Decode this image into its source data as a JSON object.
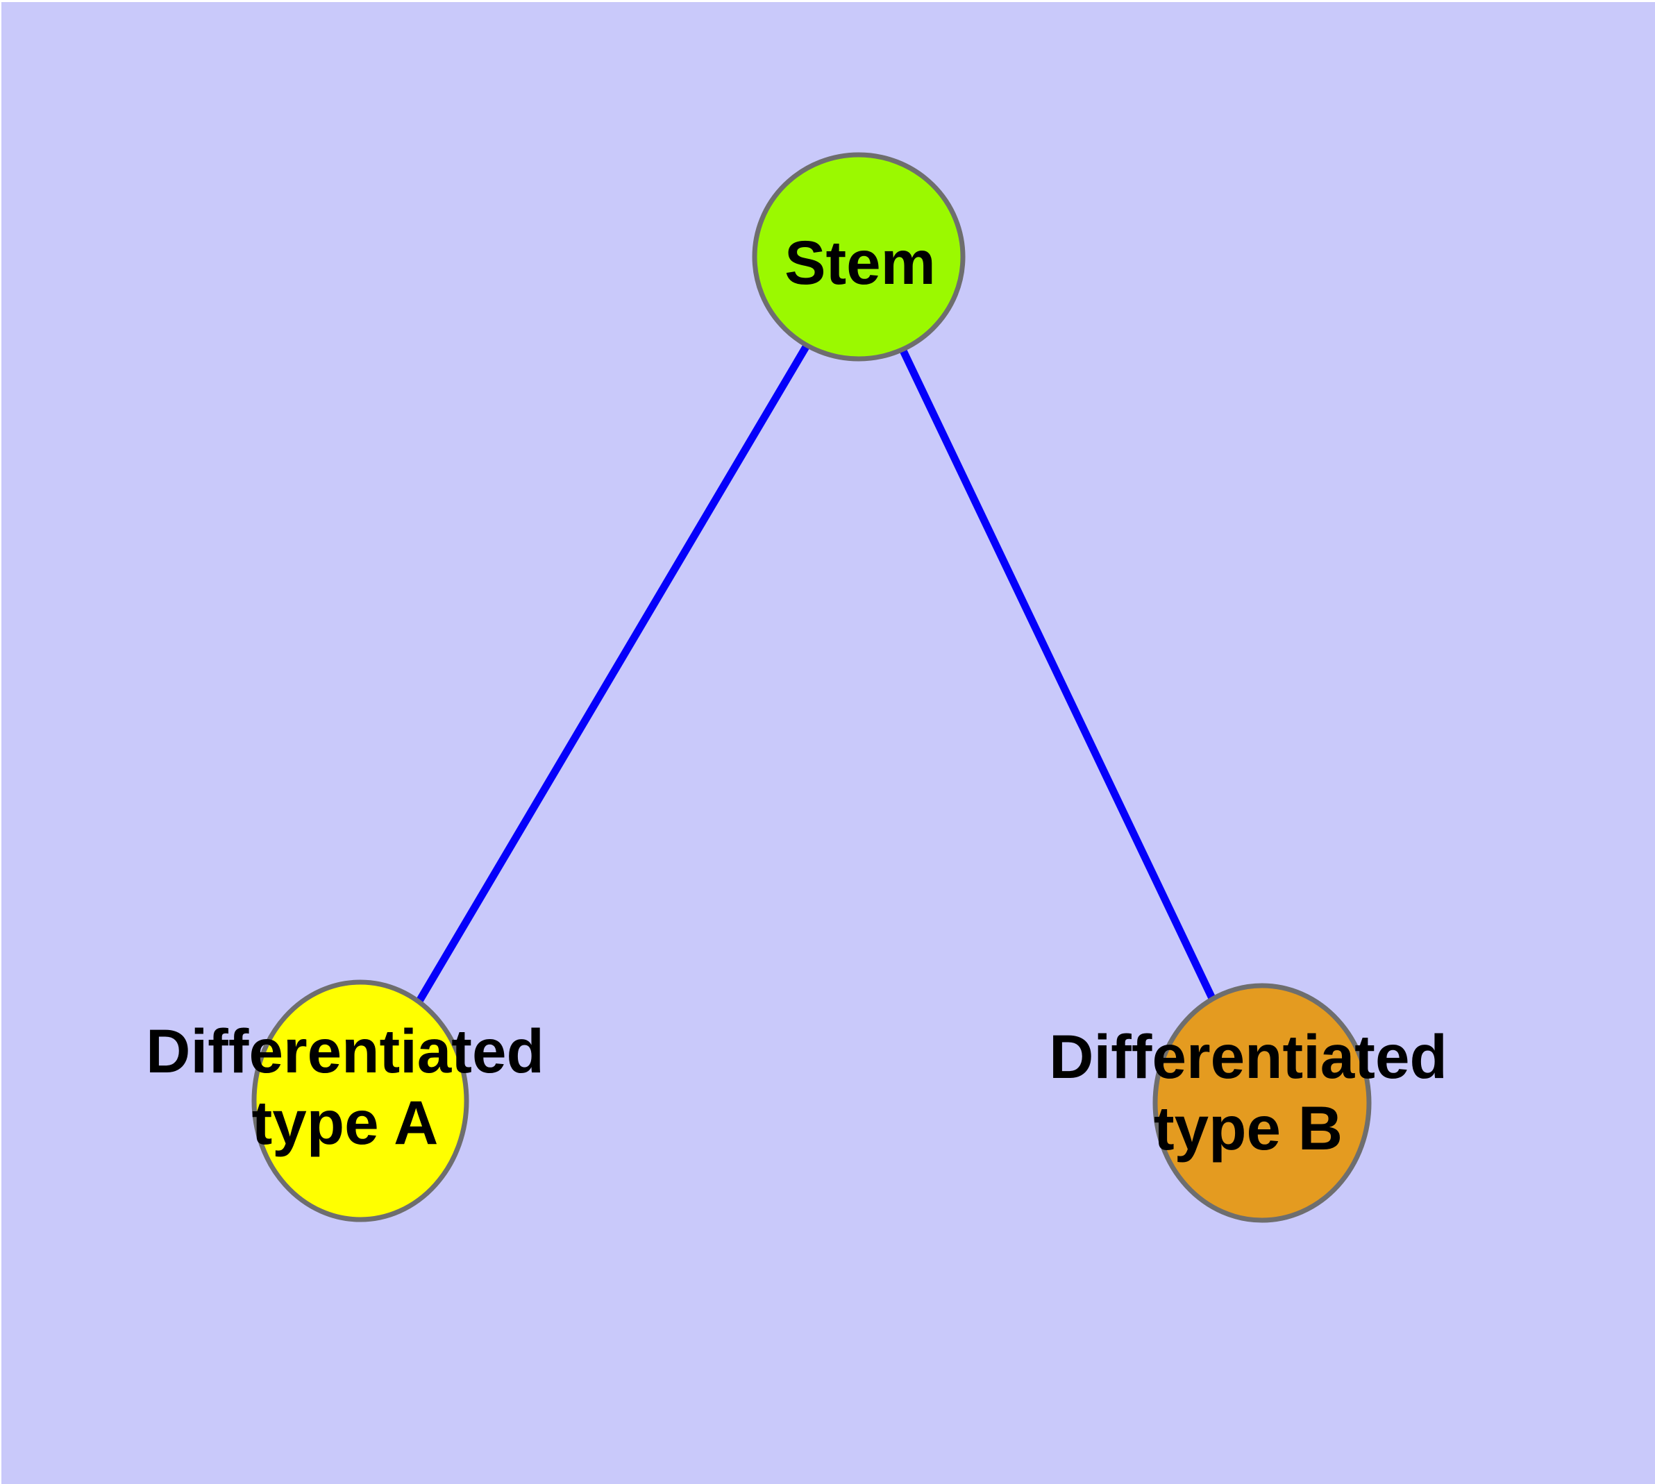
{
  "diagram": {
    "type": "graph",
    "description": "Cell differentiation graph: a stem node connected to two differentiated cell-type nodes",
    "colors": {
      "background": "#C9C9FA",
      "frame": "#FFFFFF",
      "edge": "#0500FA",
      "node_border": "#6E6E6E",
      "label": "#000000"
    },
    "nodes": [
      {
        "id": "stem",
        "label": "Stem",
        "fill": "#9BF900"
      },
      {
        "id": "differentiated-type-a",
        "label_line1": "Differentiated",
        "label_line2": "type A",
        "fill": "#FFFF00"
      },
      {
        "id": "differentiated-type-b",
        "label_line1": "Differentiated",
        "label_line2": "type B",
        "fill": "#E49B20"
      }
    ],
    "edges": [
      {
        "from": "Stem",
        "to": "Differentiated type A"
      },
      {
        "from": "Stem",
        "to": "Differentiated type B"
      }
    ]
  }
}
